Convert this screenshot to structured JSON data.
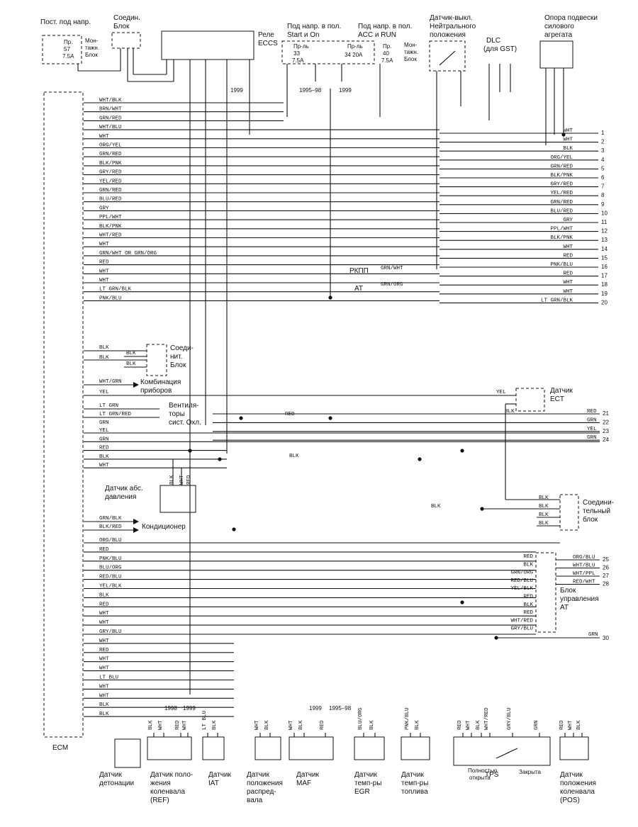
{
  "title": "",
  "top_components": {
    "fuse_box_label": "Пост. под напр.",
    "fuse57": [
      "Пр.",
      "57",
      "7.5A"
    ],
    "mount_block": [
      "Мон-",
      "тажн.",
      "Блок"
    ],
    "joint_block_top": [
      "Соедин.",
      "Блок"
    ],
    "relay_eccs": [
      "Реле",
      "ECCS"
    ],
    "start_on": [
      "Под напр. в пол.",
      "Start и On"
    ],
    "fuse33": [
      "Пр-ль",
      "33",
      "7.5A"
    ],
    "fuse34": [
      "Пр-ль",
      "34 20A"
    ],
    "acc_run": [
      "Под напр. в пол.",
      "ACC и RUN"
    ],
    "fuse40": [
      "Пр.",
      "40",
      "7.5A"
    ],
    "mount_block_2": [
      "Мон-",
      "тажн.",
      "Блок"
    ],
    "neutral_switch": [
      "Датчик-выкл.",
      "Нейтрального",
      "положения"
    ],
    "dlc": [
      "DLC",
      "(для GST)"
    ],
    "engine_mount": [
      "Опора подвески",
      "силового",
      "агрегата"
    ],
    "year_1999": "1999",
    "year_1995_98": "1995–98"
  },
  "left_wires": [
    "WHT/BLK",
    "BRN/WHT",
    "GRN/RED",
    "WHT/BLU",
    "WHT",
    "ORG/YEL",
    "GRN/RED",
    "BLK/PNK",
    "GRY/RED",
    "YEL/RED",
    "GRN/RED",
    "BLU/RED",
    "GRY",
    "PPL/WHT",
    "BLK/PNK",
    "WHT/RED",
    "WHT",
    "GRN/WHT OR GRN/ORG",
    "RED",
    "WHT",
    "WHT",
    "LT GRN/BLK",
    "PNK/BLU"
  ],
  "right_wires": [
    {
      "label": "WHT",
      "pin": "1"
    },
    {
      "label": "WHT",
      "pin": "2"
    },
    {
      "label": "BLK",
      "pin": "3"
    },
    {
      "label": "ORG/YEL",
      "pin": "4"
    },
    {
      "label": "GRN/RED",
      "pin": "5"
    },
    {
      "label": "BLK/PNK",
      "pin": "6"
    },
    {
      "label": "GRY/RED",
      "pin": "7"
    },
    {
      "label": "YEL/RED",
      "pin": "8"
    },
    {
      "label": "GRN/RED",
      "pin": "9"
    },
    {
      "label": "BLU/RED",
      "pin": "10"
    },
    {
      "label": "GRY",
      "pin": "11"
    },
    {
      "label": "PPL/WHT",
      "pin": "12"
    },
    {
      "label": "BLK/PNK",
      "pin": "13"
    },
    {
      "label": "WHT",
      "pin": "14"
    },
    {
      "label": "RED",
      "pin": "15"
    },
    {
      "label": "PNK/BLU",
      "pin": "16"
    },
    {
      "label": "RED",
      "pin": "17"
    },
    {
      "label": "WHT",
      "pin": "18"
    },
    {
      "label": "WHT",
      "pin": "19"
    },
    {
      "label": "LT GRN/BLK",
      "pin": "20"
    }
  ],
  "transmission": {
    "mt": "РКПП",
    "at": "АТ",
    "mt_wire": "GRN/WHT",
    "at_wire": "GRN/ORG"
  },
  "ground_block": {
    "wires": [
      "BLK",
      "BLK",
      "BLK",
      "BLK"
    ],
    "label": [
      "Соеди-",
      "нит.",
      "Блок"
    ]
  },
  "cluster": {
    "wire": "WHT/GRN",
    "label": [
      "Комбинация",
      "приборов"
    ]
  },
  "fans": {
    "wires": [
      "YEL",
      "LT GRN",
      "LT GRN/RED",
      "GRN"
    ],
    "label": [
      "Вентиля-",
      "торы",
      "сист. Охл."
    ]
  },
  "ect": {
    "wires": [
      "YEL",
      "BLK"
    ],
    "label": [
      "Датчик",
      "ECT"
    ]
  },
  "mid_right": [
    {
      "label": "RED",
      "pin": "21"
    },
    {
      "label": "GRN",
      "pin": "22"
    },
    {
      "label": "YEL",
      "pin": "23"
    },
    {
      "label": "GRN",
      "pin": "24"
    }
  ],
  "mid_left": [
    "YEL",
    "GRN",
    "RED",
    "BLK",
    "WHT"
  ],
  "baro": {
    "label": [
      "Датчик абс.",
      "давления"
    ],
    "wires": [
      "BLK",
      "WHT",
      "RED"
    ]
  },
  "ac": {
    "wires": [
      "GRN/BLK",
      "BLK/RED"
    ],
    "label": "Кондиционер"
  },
  "joint_block_right": {
    "wires": [
      "BLK",
      "BLK",
      "BLK",
      "BLK"
    ],
    "label": [
      "Соедини-",
      "тельный",
      "блок"
    ]
  },
  "lower_left": [
    "ORG/BLU",
    "RED",
    "PNK/BLU",
    "BLU/ORG",
    "RED/BLU",
    "YEL/BLK",
    "BLK",
    "RED",
    "WHT",
    "WHT",
    "GRY/BLU",
    "WHT",
    "RED",
    "WHT",
    "WHT",
    "LT BLU",
    "WHT",
    "WHT",
    "BLK",
    "BLK"
  ],
  "at_control": {
    "inner_wires": [
      "RED",
      "BLK",
      "GRN/ORG",
      "RED/BLU",
      "YEL/BLK",
      "RED",
      "BLK",
      "RED",
      "WHT/RED",
      "GRY/BLU"
    ],
    "outputs": [
      {
        "label": "ORG/BLU",
        "pin": "25"
      },
      {
        "label": "WHT/BLU",
        "pin": "26"
      },
      {
        "label": "WHT/PPL",
        "pin": "27"
      },
      {
        "label": "RED/WHT",
        "pin": "28"
      }
    ],
    "label": [
      "Блок",
      "управления",
      "АТ"
    ]
  },
  "pin30": {
    "label": "GRN",
    "pin": "30"
  },
  "ecm_label": "ECM",
  "mid_wire_labels": {
    "red": "RED",
    "blk": "BLK"
  },
  "bottom_sensors": [
    {
      "name": [
        "Датчик",
        "детонации"
      ]
    },
    {
      "name": [
        "Датчик поло-",
        "жения",
        "коленвала",
        "(REF)"
      ]
    },
    {
      "name": [
        "Датчик",
        "IAT"
      ]
    },
    {
      "name": [
        "Датчик",
        "положения",
        "распред-",
        "вала"
      ]
    },
    {
      "name": [
        "Датчик",
        "MAF"
      ]
    },
    {
      "name": [
        "Датчик",
        "темп-ры",
        "EGR"
      ]
    },
    {
      "name": [
        "Датчик",
        "темп-ры",
        "топлива"
      ]
    },
    {
      "name": [
        "TPS"
      ]
    },
    {
      "name": [
        "Датчик",
        "положения",
        "коленвала",
        "(POS)"
      ]
    }
  ],
  "tps_labels": {
    "full": [
      "Полностью",
      "открыта"
    ],
    "closed": "Закрыта"
  },
  "bottom_wire_labels": {
    "ref": [
      "BLK",
      "WHT",
      "RED",
      "WHT"
    ],
    "iat": [
      "LT BLU",
      "BLK"
    ],
    "cam": [
      "WHT",
      "BLK"
    ],
    "maf": [
      "WHT",
      "BLK",
      "RED"
    ],
    "egr": [
      "BLU/ORG",
      "BLK"
    ],
    "fuel": [
      "PNK/BLU",
      "BLK"
    ],
    "tps": [
      "RED",
      "WHT",
      "BLK",
      "WHT/RED",
      "GRY/BLU",
      "GRN"
    ],
    "pos": [
      "RED",
      "WHT",
      "BLK"
    ]
  },
  "bottom_years": {
    "a": "1998",
    "b": "1999",
    "c": "1999",
    "d": "1995–98"
  }
}
